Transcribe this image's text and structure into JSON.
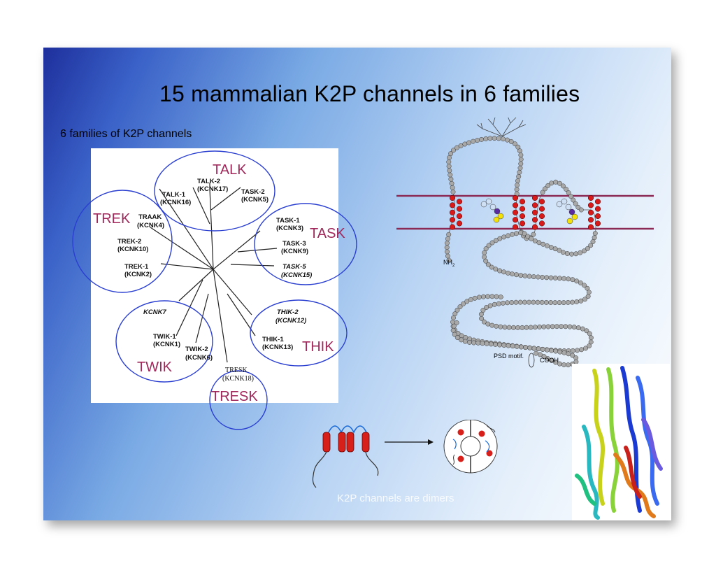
{
  "slide": {
    "title": "15 mammalian K2P channels in 6 families",
    "subtitle": "6 families of K2P channels",
    "caption": "K2P channels are dimers"
  },
  "tree": {
    "families": [
      "TALK",
      "TREK",
      "TASK",
      "THIK",
      "TWIK",
      "TRESK"
    ],
    "genes": {
      "talk1": [
        "TALK-1",
        "(KCNK16)"
      ],
      "talk2": [
        "TALK-2",
        "(KCNK17)"
      ],
      "task2": [
        "TASK-2",
        "(KCNK5)"
      ],
      "traak": [
        "TRAAK",
        "(KCNK4)"
      ],
      "trek2": [
        "TREK-2",
        "(KCNK10)"
      ],
      "trek1": [
        "TREK-1",
        "(KCNK2)"
      ],
      "task1": [
        "TASK-1",
        "(KCNK3)"
      ],
      "task3": [
        "TASK-3",
        "(KCNK9)"
      ],
      "task5": [
        "TASK-5",
        "(KCNK15)"
      ],
      "thik2": [
        "THIK-2",
        "(KCNK12)"
      ],
      "thik1": [
        "THIK-1",
        "(KCNK13)"
      ],
      "kcnk7": [
        "KCNK7"
      ],
      "twik1": [
        "TWIK-1",
        "(KCNK1)"
      ],
      "twik2": [
        "TWIK-2",
        "(KCNK6)"
      ],
      "tresk": [
        "TRESK",
        "(KCNK18)"
      ]
    }
  },
  "topology": {
    "nh2": "NH",
    "nh2_sub": "2",
    "psd": "PSD motif.",
    "cooh": "COOH"
  },
  "colors": {
    "family_label": "#a0285a",
    "ellipse": "#2a3fd0",
    "membrane": "#8b2a55",
    "helix": "#d81a1a",
    "bead": "#9a9a9a"
  }
}
